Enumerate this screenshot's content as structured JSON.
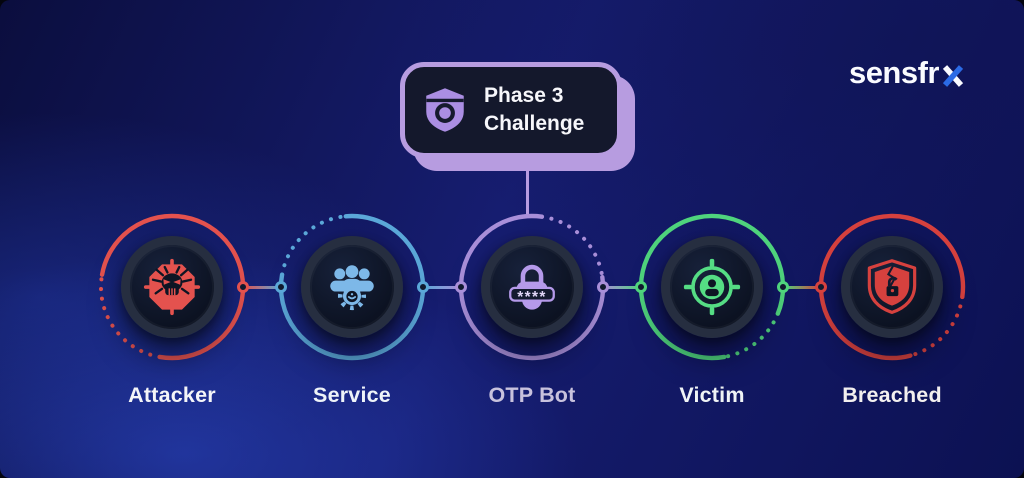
{
  "brand": {
    "name": "sensfrx",
    "prefix": "sensfr",
    "x_blue": "#2b6be6",
    "x_white": "#fafbff"
  },
  "callout": {
    "line1": "Phase 3",
    "line2": "Challenge",
    "icon": "shield-camera-icon",
    "border_color": "#b79ce0",
    "card_bg": "#14182c"
  },
  "nodes": [
    {
      "id": "attacker",
      "label": "Attacker",
      "color": "#e4524e",
      "label_color": "#f4f5f8",
      "icon": "malware-skull-icon"
    },
    {
      "id": "service",
      "label": "Service",
      "color": "#5ba8d9",
      "label_color": "#eef3f8",
      "icon": "users-gear-icon"
    },
    {
      "id": "otp-bot",
      "label": "OTP Bot",
      "color": "#a98fd9",
      "label_color": "#c8c2dd",
      "icon": "password-lock-icon",
      "mask": "****"
    },
    {
      "id": "victim",
      "label": "Victim",
      "color": "#4fd47d",
      "label_color": "#f0f4f6",
      "icon": "target-user-icon"
    },
    {
      "id": "breached",
      "label": "Breached",
      "color": "#d6413e",
      "label_color": "#f3f0ef",
      "icon": "breached-shield-icon"
    }
  ],
  "background": {
    "base": "#12175e",
    "glow": "#2f50d7"
  }
}
